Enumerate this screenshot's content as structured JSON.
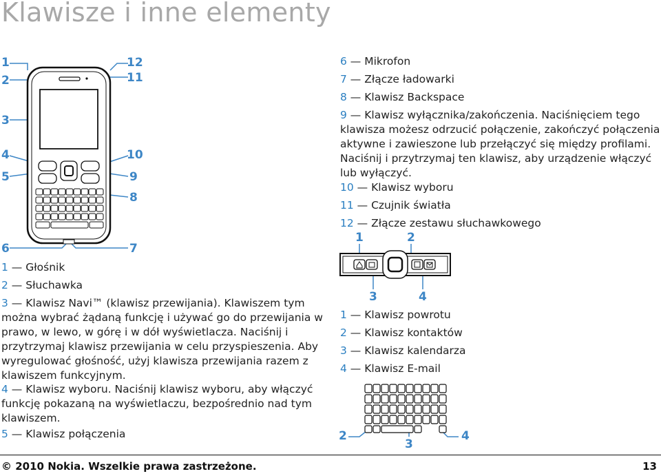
{
  "page": {
    "title": "Klawisze i inne elementy",
    "footer_copyright": "© 2010 Nokia. Wszelkie prawa zastrzeżone.",
    "page_number": "13"
  },
  "phone_figure": {
    "callouts": [
      "1",
      "2",
      "3",
      "4",
      "5",
      "6",
      "7",
      "8",
      "9",
      "10",
      "11",
      "12"
    ]
  },
  "left_items": [
    {
      "num": "1",
      "text": " — Głośnik"
    },
    {
      "num": "2",
      "text": " — Słuchawka"
    },
    {
      "num": "3",
      "text": " — Klawisz Navi™ (klawisz przewijania). Klawiszem tym można wybrać żądaną funkcję i używać go do przewijania w prawo, w lewo, w górę i w dół wyświetlacza. Naciśnij i przytrzymaj klawisz przewijania w celu przyspieszenia. Aby wyregulować głośność, użyj klawisza przewijania razem z klawiszem funkcyjnym."
    },
    {
      "num": "4",
      "text": " — Klawisz wyboru. Naciśnij klawisz wyboru, aby włączyć funkcję pokazaną na wyświetlaczu, bezpośrednio nad tym klawiszem."
    },
    {
      "num": "5",
      "text": " — Klawisz połączenia"
    }
  ],
  "right_items_top": [
    {
      "num": "6",
      "text": " — Mikrofon"
    },
    {
      "num": "7",
      "text": " — Złącze ładowarki"
    },
    {
      "num": "8",
      "text": " — Klawisz Backspace"
    },
    {
      "num": "9",
      "text": " — Klawisz wyłącznika/zakończenia. Naciśnięciem tego klawisza możesz odrzucić połączenie, zakończyć połączenia aktywne i zawieszone lub przełączyć się między profilami. Naciśnij i przytrzymaj ten klawisz, aby urządzenie włączyć lub wyłączyć."
    },
    {
      "num": "10",
      "text": " — Klawisz wyboru"
    },
    {
      "num": "11",
      "text": " — Czujnik światła"
    },
    {
      "num": "12",
      "text": " — Złącze zestawu słuchawkowego"
    }
  ],
  "navi_figure": {
    "callouts": [
      "1",
      "2",
      "3",
      "4"
    ]
  },
  "right_items_mid": [
    {
      "num": "1",
      "text": " — Klawisz powrotu"
    },
    {
      "num": "2",
      "text": " — Klawisz kontaktów"
    },
    {
      "num": "3",
      "text": " — Klawisz kalendarza"
    },
    {
      "num": "4",
      "text": " — Klawisz E-mail"
    }
  ],
  "keyboard_figure": {
    "callouts": [
      "2",
      "3",
      "4"
    ]
  }
}
